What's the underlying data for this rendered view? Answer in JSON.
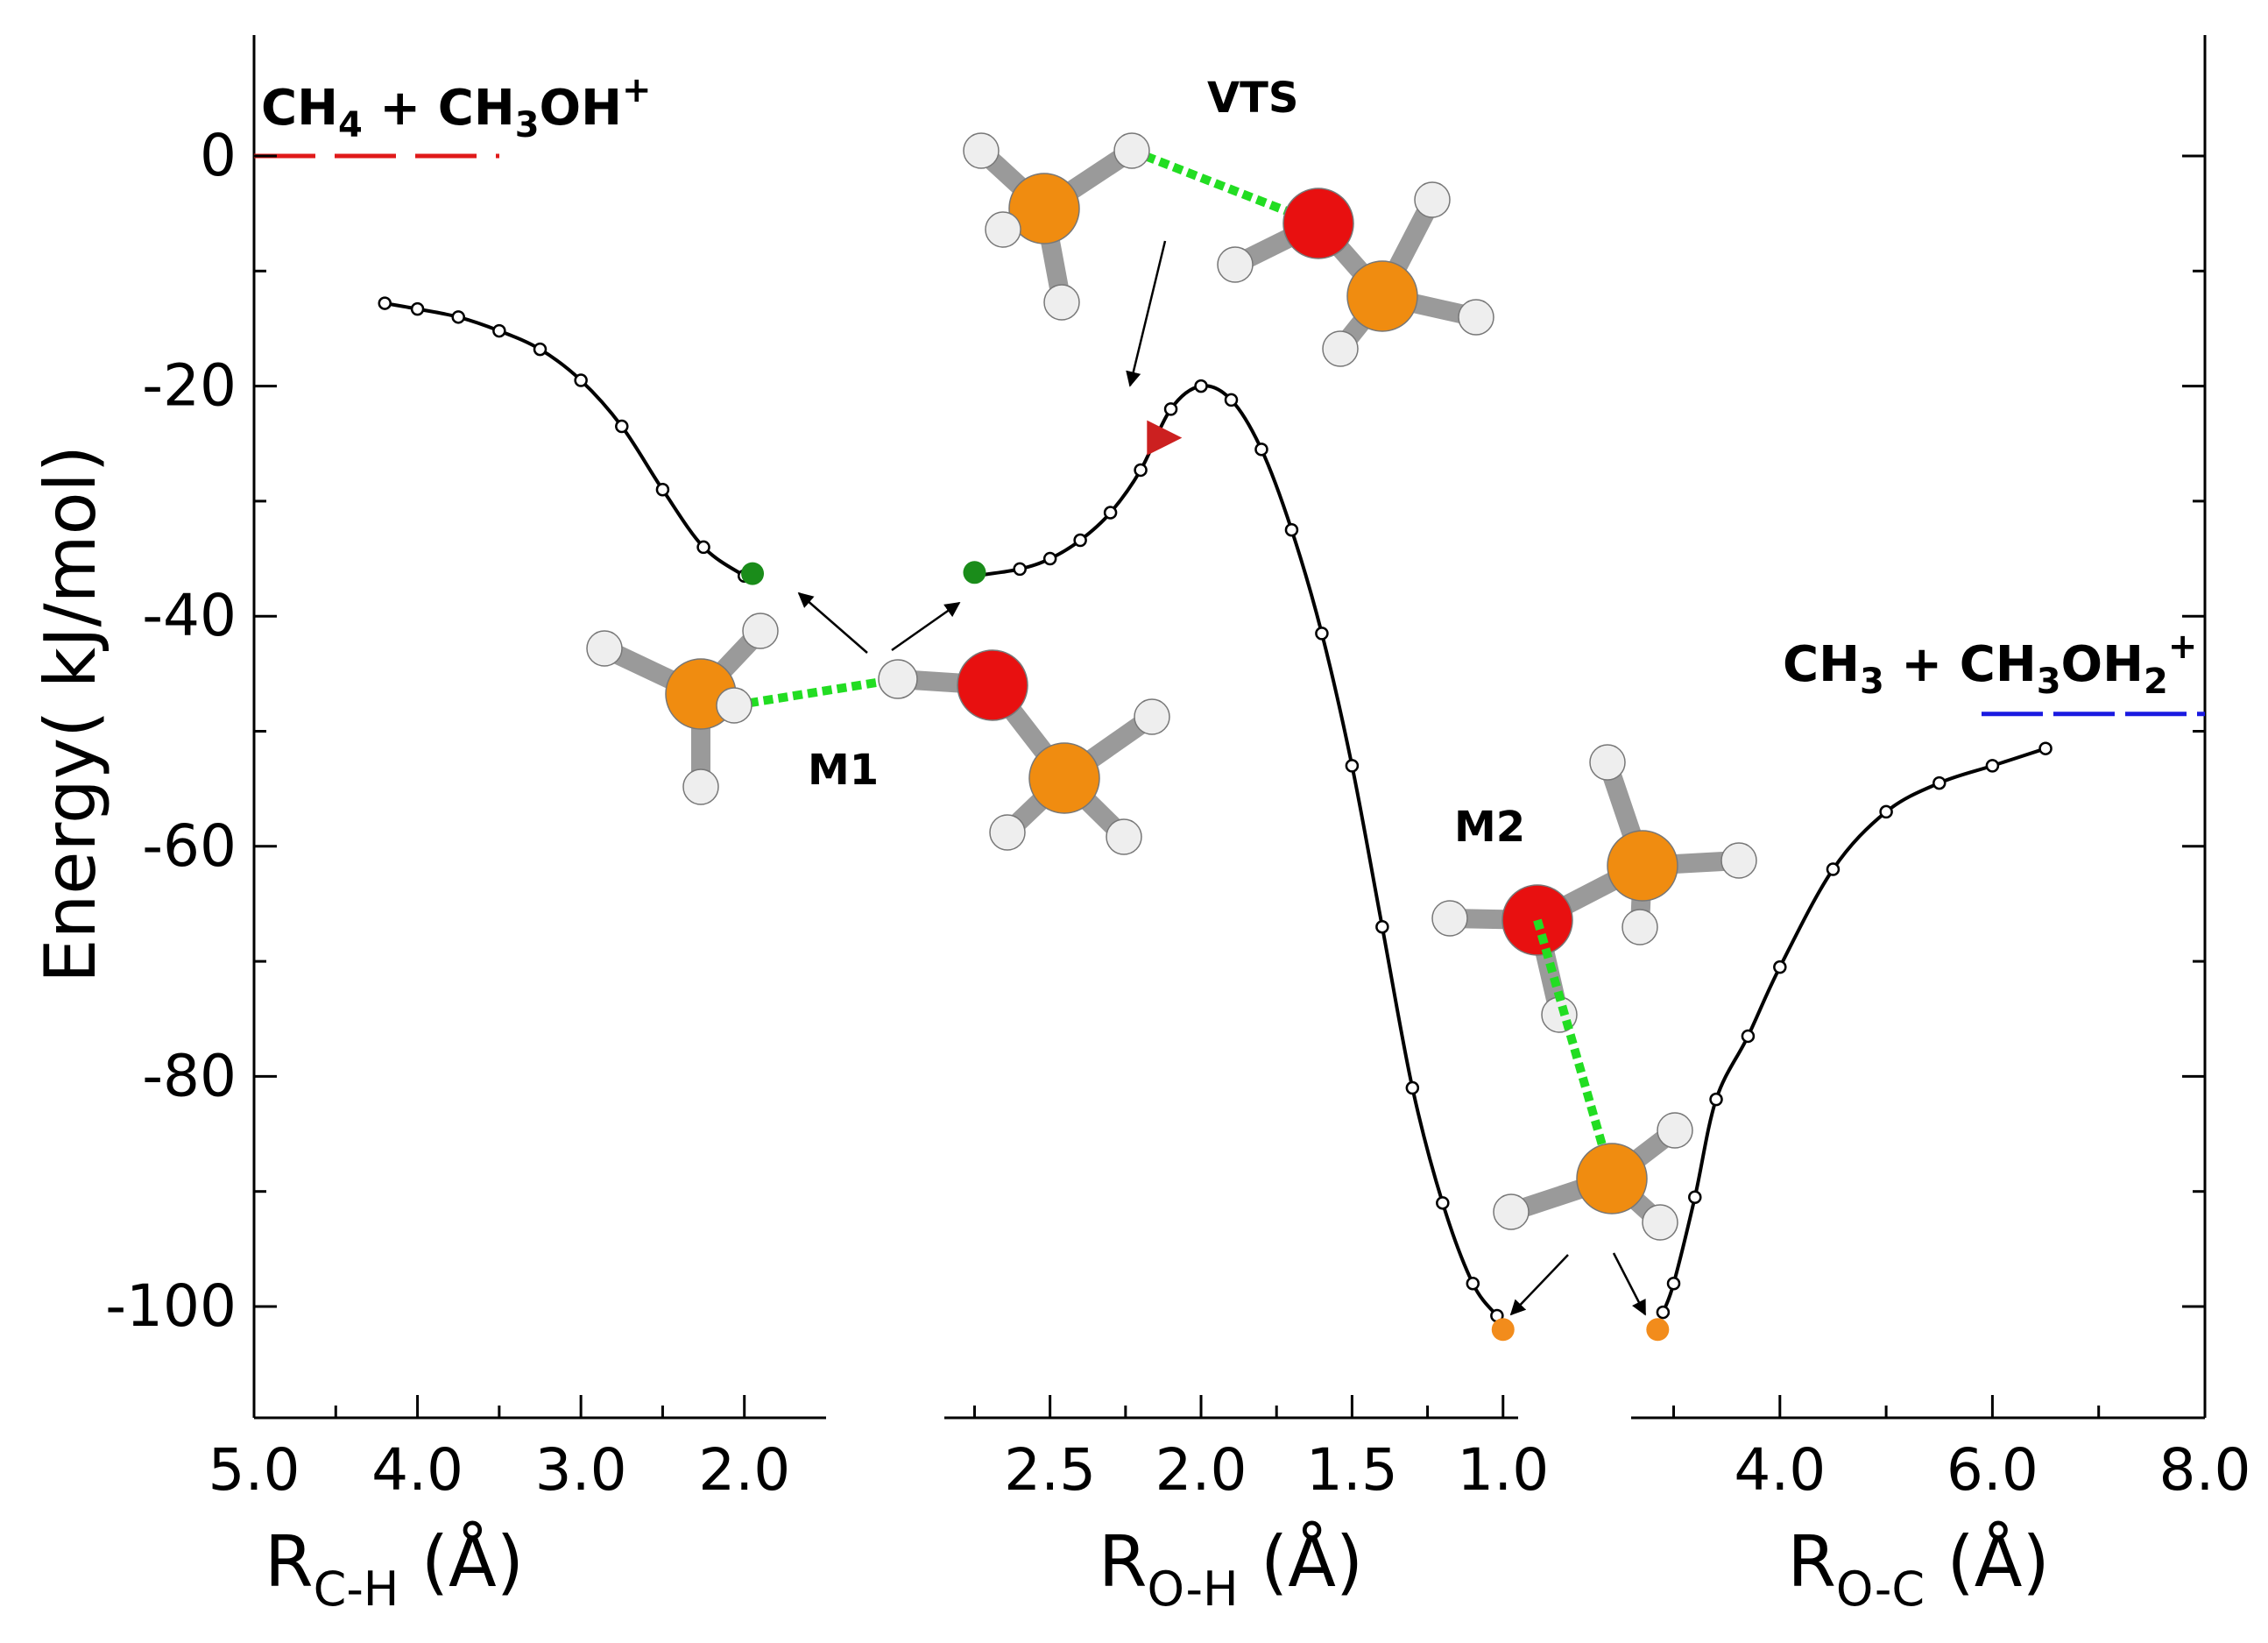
{
  "chart_data": {
    "type": "line",
    "ylabel": "Energy( kJ/mol)",
    "yticks": [
      "0",
      "-20",
      "-40",
      "-60",
      "-80",
      "-100"
    ],
    "panels": [
      {
        "xlabel_main": "R",
        "xlabel_sub": "C-H",
        "xlabel_unit": " (Å)",
        "xticks": [
          "5.0",
          "4.0",
          "3.0",
          "2.0"
        ],
        "x": [
          4.2,
          4.0,
          3.75,
          3.5,
          3.25,
          3.0,
          2.75,
          2.5,
          2.25,
          2.0
        ],
        "y": [
          -12.8,
          -13.3,
          -14.0,
          -15.2,
          -16.8,
          -19.5,
          -23.5,
          -29.0,
          -34.0,
          -36.5
        ],
        "endpoint": {
          "x": 1.95,
          "y": -36.3,
          "color": "#1a8c1a"
        }
      },
      {
        "xlabel_main": "R",
        "xlabel_sub": "O-H",
        "xlabel_unit": " (Å)",
        "xticks": [
          "2.5",
          "2.0",
          "1.5",
          "1.0"
        ],
        "x": [
          2.75,
          2.6,
          2.5,
          2.4,
          2.3,
          2.2,
          2.1,
          2.0,
          1.9,
          1.8,
          1.7,
          1.6,
          1.5,
          1.4,
          1.3,
          1.2,
          1.1,
          1.02
        ],
        "y": [
          -36.5,
          -35.9,
          -35.0,
          -33.4,
          -31.0,
          -27.3,
          -22.0,
          -20.0,
          -21.2,
          -25.5,
          -32.5,
          -41.5,
          -53.0,
          -67.0,
          -81.0,
          -91.0,
          -98.0,
          -100.8
        ],
        "start_point": {
          "x": 2.75,
          "y": -36.2,
          "color": "#1a8c1a"
        },
        "endpoint": {
          "x": 1.0,
          "y": -102.0,
          "color": "#f28c1c"
        },
        "vts_point": {
          "x": 2.15,
          "y": -24.5,
          "color": "#cc2020"
        }
      },
      {
        "xlabel_main": "R",
        "xlabel_sub": "O-C",
        "xlabel_unit": " (Å)",
        "xticks": [
          "4.0",
          "6.0",
          "8.0"
        ],
        "x": [
          2.9,
          3.0,
          3.2,
          3.4,
          3.7,
          4.0,
          4.5,
          5.0,
          5.5,
          6.0,
          6.5
        ],
        "y": [
          -100.5,
          -98.0,
          -90.5,
          -82.0,
          -76.5,
          -70.5,
          -62.0,
          -57.0,
          -54.5,
          -53.0,
          -51.5
        ],
        "start_point": {
          "x": 2.85,
          "y": -102.0,
          "color": "#f28c1c"
        }
      }
    ],
    "reference_levels": [
      {
        "label_main": "CH",
        "label_sub1": "4",
        "label_mid": " + CH",
        "label_sub2": "3",
        "label_end": "OH",
        "label_sup": "+",
        "y": 0,
        "color": "#e01a1a"
      },
      {
        "label_main": "CH",
        "label_sub1": "3",
        "label_mid": " + CH",
        "label_sub2": "3",
        "label_end": "OH",
        "label_sub3": "2",
        "label_sup": "+",
        "y": -48.5,
        "color": "#1a1ae0"
      }
    ],
    "annotations": [
      "VTS",
      "M1",
      "M2"
    ],
    "molecule_colors": {
      "carbon": "#f08c10",
      "oxygen": "#e81010",
      "hydrogen": "#eeeeee",
      "bond_dotted": "#22dd22"
    }
  }
}
